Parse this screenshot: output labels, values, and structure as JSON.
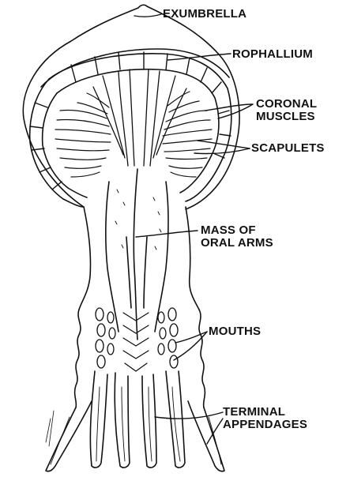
{
  "figure": {
    "labels": {
      "exumbrella": "EXUMBRELLA",
      "rophallium": "ROPHALLIUM",
      "coronal_1": "CORONAL",
      "coronal_2": "MUSCLES",
      "scapulets": "SCAPULETS",
      "oral_1": "MASS OF",
      "oral_2": "ORAL ARMS",
      "mouths": "MOUTHS",
      "terminal_1": "TERMINAL",
      "terminal_2": "APPENDAGES"
    },
    "ink_color": "#111111",
    "paper_color": "#ffffff"
  }
}
